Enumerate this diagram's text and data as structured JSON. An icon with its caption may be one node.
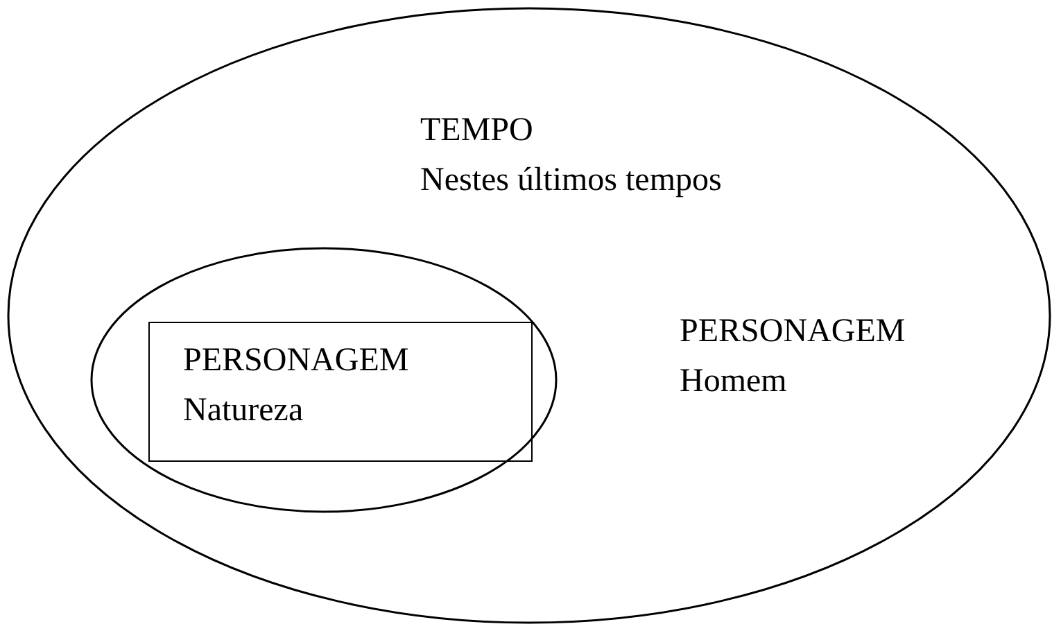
{
  "diagram": {
    "nodes": [
      {
        "text": [
          "TEMPO",
          "Nestes últimos tempos",
          "PERSONAGEM",
          "Homem"
        ]
      },
      {
        "text": [],
        "shape": "ellipse",
        "in": 0
      },
      {
        "text": [
          "PERSONAGEM",
          "Natureza"
        ],
        "in": 1
      }
    ],
    "edges": []
  }
}
